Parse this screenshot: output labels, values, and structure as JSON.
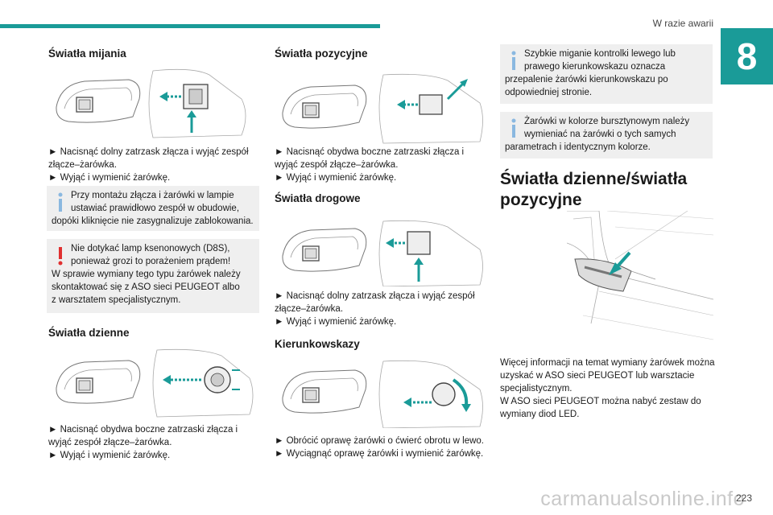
{
  "header": {
    "section": "W razie awarii",
    "chapter": "8"
  },
  "col1": {
    "t1": "Światła mijania",
    "p1": [
      "► Nacisnąć dolny zatrzask złącza i wyjąć zespół złącze–żarówka.",
      "► Wyjąć i wymienić żarówkę."
    ],
    "info1": {
      "line1": "Przy montażu złącza i żarówki w lampie",
      "line2": "ustawiać prawidłowo zespół w obudowie,",
      "line3": "dopóki kliknięcie nie zasygnalizuje zablokowania."
    },
    "warn1": {
      "line1": "Nie dotykać lamp ksenonowych (D8S),",
      "line2": "ponieważ grozi to porażeniem prądem!",
      "line3": "W sprawie wymiany tego typu żarówek należy",
      "line4": "skontaktować się z ASO sieci PEUGEOT albo",
      "line5": "z warsztatem specjalistycznym."
    },
    "t2": "Światła dzienne",
    "p2": [
      "► Nacisnąć obydwa boczne zatrzaski złącza i wyjąć zespół złącze–żarówka.",
      "► Wyjąć i wymienić żarówkę."
    ]
  },
  "col2": {
    "t1": "Światła pozycyjne",
    "p1": [
      "► Nacisnąć obydwa boczne zatrzaski złącza i wyjąć zespół złącze–żarówka.",
      "► Wyjąć i wymienić żarówkę."
    ],
    "t2": "Światła drogowe",
    "p2": [
      "► Nacisnąć dolny zatrzask złącza i wyjąć zespół złącze–żarówka.",
      "► Wyjąć i wymienić żarówkę."
    ],
    "t3": "Kierunkowskazy",
    "p3": [
      "► Obrócić oprawę żarówki o ćwierć obrotu w lewo.",
      "► Wyciągnąć oprawę żarówki i wymienić żarówkę."
    ]
  },
  "col3": {
    "info1": {
      "line1": "Szybkie miganie kontrolki lewego lub",
      "line2": "prawego kierunkowskazu oznacza",
      "line3": "przepalenie żarówki kierunkowskazu po",
      "line4": "odpowiedniej stronie."
    },
    "info2": {
      "line1": "Żarówki w kolorze bursztynowym należy",
      "line2": "wymieniać na żarówki o tych samych",
      "line3": "parametrach i identycznym kolorze."
    },
    "t1a": "Światła dzienne/światła",
    "t1b": "pozycyjne",
    "p1": [
      "Więcej informacji na temat wymiany żarówek można",
      "uzyskać w ASO sieci PEUGEOT lub warsztacie",
      "specjalistycznym.",
      "W ASO sieci PEUGEOT można nabyć zestaw do",
      "wymiany diod LED."
    ]
  },
  "footer": {
    "page": "223",
    "watermark": "carmanualsonline.info"
  },
  "colors": {
    "accent": "#1a9b98",
    "info": "#8ab8e0",
    "warn": "#e03030",
    "box": "#efefef"
  }
}
